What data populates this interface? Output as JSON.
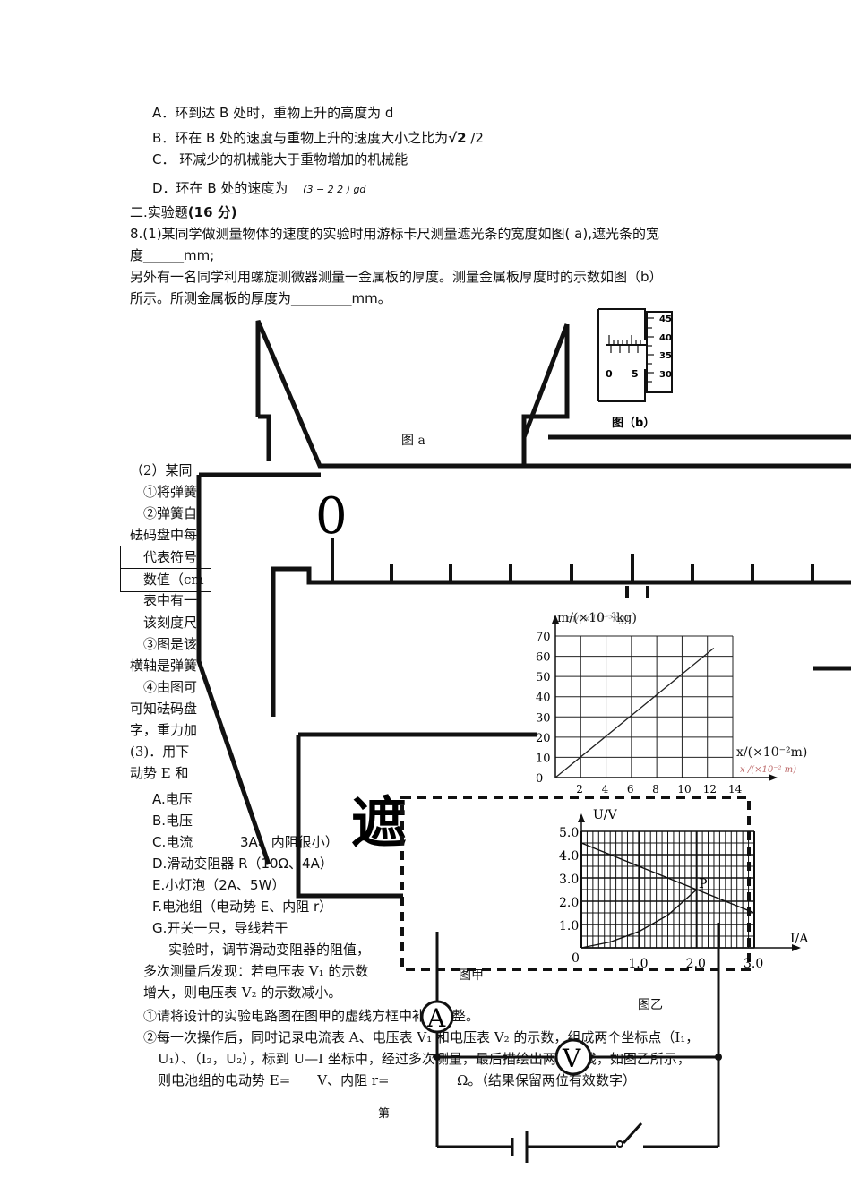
{
  "options": {
    "a": "A．环到达 B 处时，重物上升的高度为 d",
    "b": "B．环在 B 处的速度与重物上升的速度大小之比为",
    "b_sqrt": "√2",
    "b_tail": " /2",
    "c": "C．  环减少的机械能大于重物增加的机械能",
    "d": "D．环在 B 处的速度为",
    "d_formula": "(3 − 2  2 ) gd"
  },
  "section2": {
    "title": "二.实验题",
    "score": "(16 分)"
  },
  "q8": {
    "line1": "8.(1)某同学做测量物体的速度的实验时用游标卡尺测量遮光条的宽度如图( a),遮光条的宽",
    "line2": "度______mm;",
    "line3": " 另外有一名同学利用螺旋测微器测量一金属板的厚度。测量金属板厚度时的示数如图（b）",
    "line4": "所示。所测金属板的厚度为_________mm。"
  },
  "fig_a_label": "图 a",
  "fig_b_label": "图（b）",
  "micrometer": {
    "sleeve": [
      "0",
      "5"
    ],
    "thimble": [
      "45",
      "40",
      "35",
      "30"
    ]
  },
  "caliper": {
    "zero": "0",
    "text": "遮"
  },
  "part2": {
    "l1": "（2）某同",
    "l2": "①将弹簧",
    "l3": "②弹簧自",
    "l4": "砝码盘中每",
    "table_r1": "代表符号",
    "table_r2": "数值（cm",
    "l5": "表中有一",
    "l6": "该刻度尺",
    "l7": "③图是该",
    "l8": "横轴是弹簧",
    "l9": "④由图可",
    "l10": "可知砝码盘",
    "l11": "字，重力加"
  },
  "part3": {
    "l1": "(3)．用下",
    "l2": "动势 E 和",
    "A": "A.电压",
    "B": "B.电压",
    "C_head": "C.电流",
    "C_tail": "3A、内阻很小）",
    "D": "D.滑动变阻器 R（10Ω、4A）",
    "E": "E.小灯泡（2A、5W）",
    "F": "F.电池组（电动势 E、内阻 r）",
    "G": "G.开关一只，导线若干",
    "p1": "实验时，调节滑动变阻器的阻值，",
    "p2": "多次测量后发现：若电压表 V₁ 的示数",
    "p3": "增大，则电压表 V₂ 的示数减小。",
    "q1": "①请将设计的实验电路图在图甲的虚线方框中补充完整。",
    "q2a": "②每一次操作后，同时记录电流表 A、电压表 V₁ 和电压表 V₂ 的示数，组成两个坐标点（I₁，",
    "q2b": "U₁）、（I₂，U₂），标到 U—I 坐标中，经过多次测量，最后描绘出两条图线，如图乙所示，",
    "q2c": "则电池组的电动势 E=____V、内阻 r=",
    "q2d": "Ω。（结果保留两位有效数字）"
  },
  "page_footer": "第",
  "chart_mx": {
    "ylabel": "m/(×10⁻³kg)",
    "ylabel_ghost": "m/(×10⁻³kg)",
    "xlabel": "x/(×10⁻²m)",
    "xlabel_ghost": "x /(×10⁻² m)",
    "yticks": [
      "70",
      "60",
      "50",
      "40",
      "30",
      "20",
      "10",
      "0"
    ],
    "xticks": [
      "2",
      "4",
      "6",
      "8",
      "10",
      "12",
      "14"
    ]
  },
  "chart_ui": {
    "ylabel": "U/V",
    "xlabel": "I/A",
    "yticks": [
      "5.0",
      "4.0",
      "3.0",
      "2.0",
      "1.0"
    ],
    "origin": "0",
    "xticks": [
      "1.0",
      "2.0",
      "3.0"
    ],
    "point": "P"
  },
  "fig_jia": "图甲",
  "fig_yi": "图乙",
  "meter_A": "A",
  "meter_V": "V",
  "chart_data": [
    {
      "type": "line",
      "xlabel": "x/(×10⁻²m)",
      "ylabel": "m/(×10⁻³kg)",
      "xlim": [
        0,
        14
      ],
      "ylim": [
        0,
        70
      ],
      "grid": true,
      "series": [
        {
          "x": [
            0,
            12.5
          ],
          "y": [
            0,
            64
          ]
        }
      ]
    },
    {
      "type": "line",
      "xlabel": "I/A",
      "ylabel": "U/V",
      "xlim": [
        0,
        3.0
      ],
      "ylim": [
        0,
        5.0
      ],
      "grid": true,
      "series": [
        {
          "x": [
            0,
            2.0,
            3.0
          ],
          "y": [
            4.5,
            2.5,
            1.5
          ]
        },
        {
          "x": [
            0,
            0.5,
            1.0,
            1.5,
            2.0
          ],
          "y": [
            0,
            0.25,
            0.7,
            1.4,
            2.5
          ]
        }
      ]
    }
  ]
}
